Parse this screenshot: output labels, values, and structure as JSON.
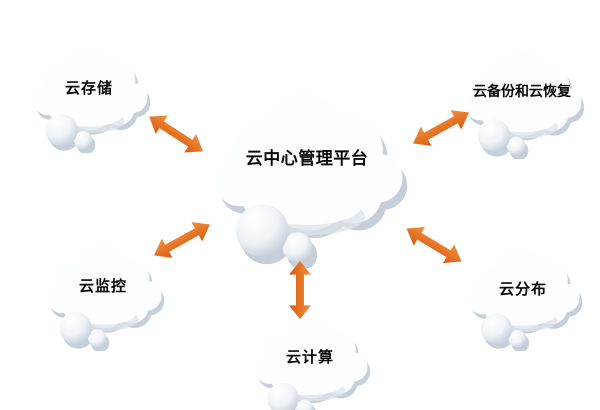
{
  "diagram": {
    "background": "#ffffff",
    "center_node": {
      "id": "center",
      "label": "云中心管理平台"
    },
    "satellite_nodes": [
      {
        "id": "storage",
        "label": "云存储",
        "position": "top-left"
      },
      {
        "id": "backup-recovery",
        "label": "云备份和云恢复",
        "position": "top-right"
      },
      {
        "id": "monitoring",
        "label": "云监控",
        "position": "bottom-left"
      },
      {
        "id": "distribution",
        "label": "云分布",
        "position": "bottom-right"
      },
      {
        "id": "computing",
        "label": "云计算",
        "position": "bottom-center"
      }
    ],
    "connections": [
      {
        "from": "center",
        "to": "storage",
        "style": "double-headed-arrow"
      },
      {
        "from": "center",
        "to": "backup-recovery",
        "style": "double-headed-arrow"
      },
      {
        "from": "center",
        "to": "monitoring",
        "style": "double-headed-arrow"
      },
      {
        "from": "center",
        "to": "distribution",
        "style": "double-headed-arrow"
      },
      {
        "from": "center",
        "to": "computing",
        "style": "double-headed-arrow"
      }
    ],
    "colors": {
      "arrow_orange": "#E8671C",
      "arrow_gradient_top": "#F29041",
      "arrow_gradient_bottom": "#D95B0E",
      "cloud_body": "#FFFFFF",
      "cloud_shadow": "#C6CFD9",
      "bubble_edge": "#BFCAD5",
      "label_text": "#0A0A0A"
    }
  }
}
